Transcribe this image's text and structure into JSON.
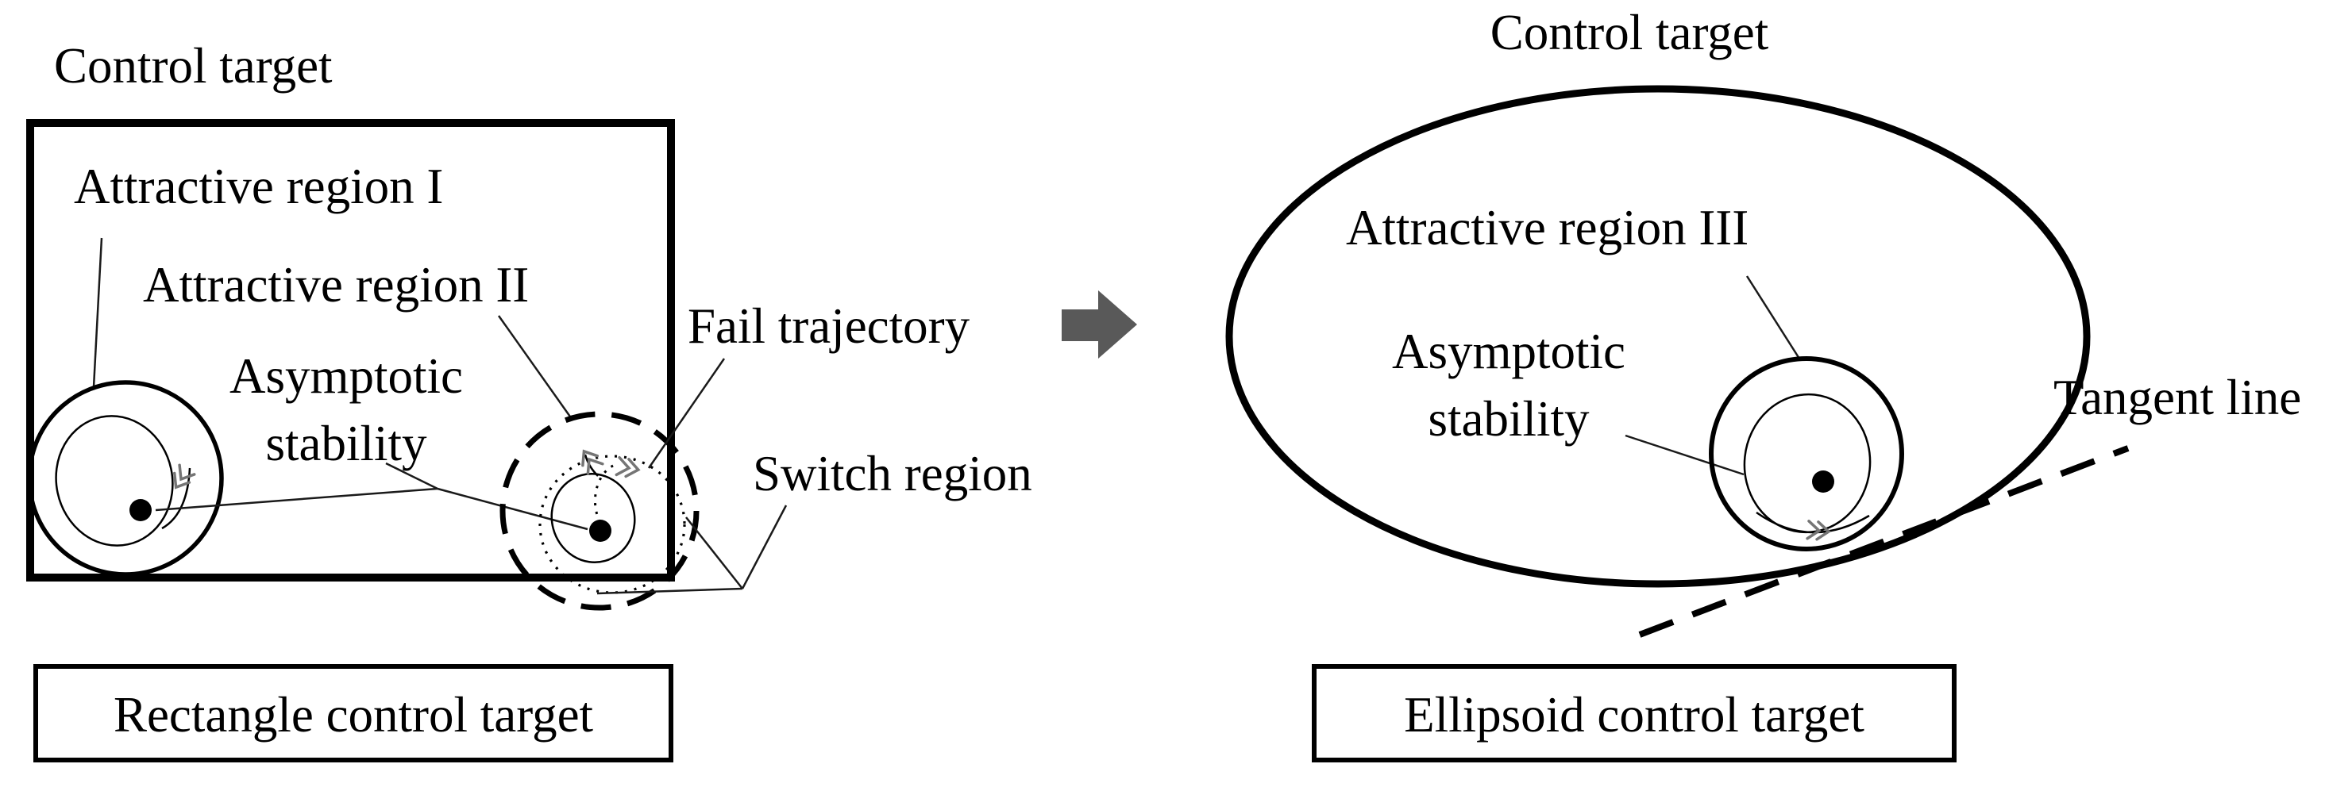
{
  "diagram": {
    "left": {
      "title": "Control target",
      "attractive_region_1": "Attractive region I",
      "attractive_region_2": "Attractive region II",
      "asymptotic_line1": "Asymptotic",
      "asymptotic_line2": "stability",
      "fail_trajectory": "Fail trajectory",
      "switch_region": "Switch region",
      "caption": "Rectangle control target"
    },
    "right": {
      "title": "Control target",
      "attractive_region_3": "Attractive region III",
      "asymptotic_line1": "Asymptotic",
      "asymptotic_line2": "stability",
      "tangent_line": "Tangent line",
      "caption": "Ellipsoid control target"
    },
    "icons": {
      "transform_arrow": "right-block-arrow",
      "trajectory_chevron": "double-chevron-arrowhead",
      "equilibrium_dot": "filled-dot"
    },
    "colors": {
      "ink": "#000000",
      "arrow_gray": "#595959",
      "chevron_gray": "#757575",
      "background": "#ffffff"
    }
  }
}
